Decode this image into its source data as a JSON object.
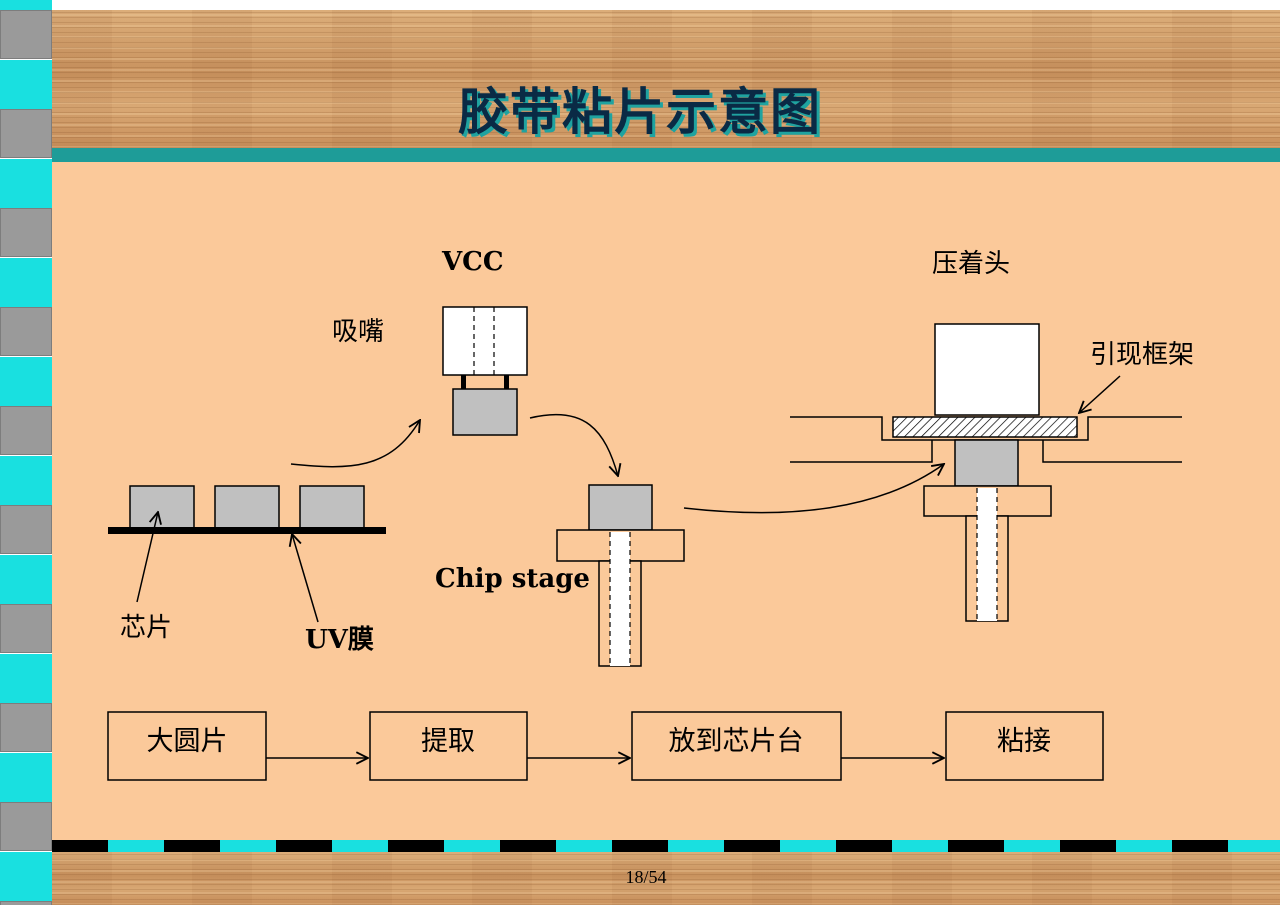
{
  "title": "胶带粘片示意图",
  "labels": {
    "vcc": "VCC",
    "nozzle": "吸嘴",
    "press_head": "压着头",
    "lead_frame": "引现框架",
    "chip": "芯片",
    "uv_film": "UV膜",
    "chip_stage": "Chip stage"
  },
  "flow_steps": [
    "大圆片",
    "提取",
    "放到芯片台",
    "粘接"
  ],
  "page_number": "18/54",
  "colors": {
    "content_bg": "#fbc99a",
    "teal_band": "#1e9c98",
    "strip_cyan": "#19e0e0",
    "strip_gray": "#9a9a9a",
    "chip_gray": "#c0c0c0",
    "title_text": "#0a2a45"
  }
}
